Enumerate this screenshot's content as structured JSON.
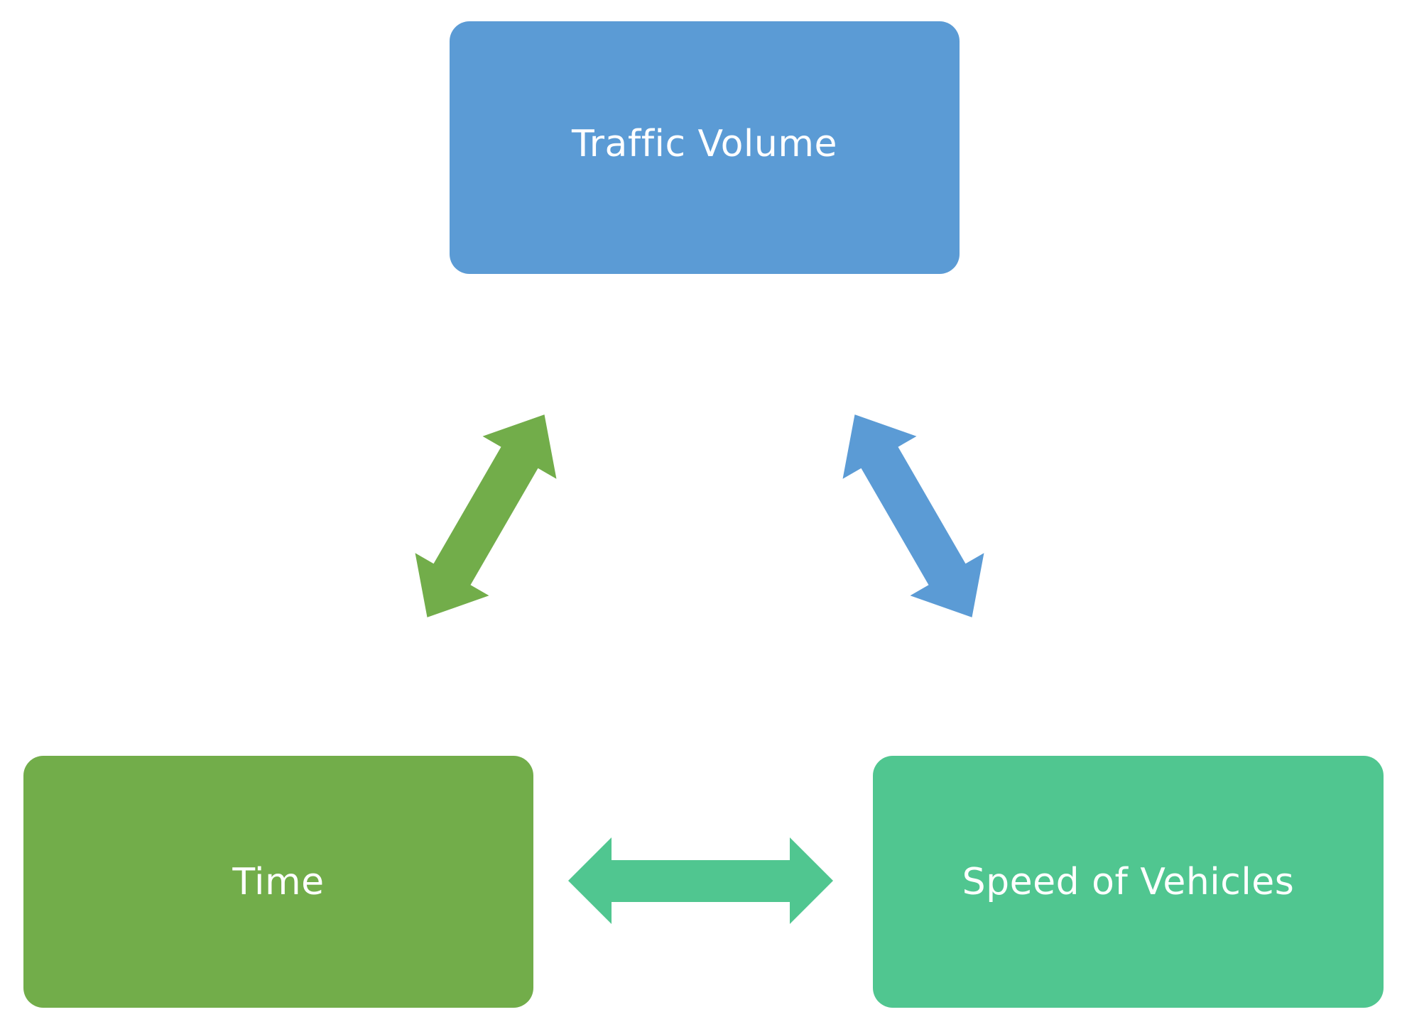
{
  "nodes": {
    "traffic_volume": {
      "label": "Traffic Volume",
      "color": "#5B9BD5"
    },
    "time": {
      "label": "Time",
      "color": "#72AD4A"
    },
    "speed_of_vehicles": {
      "label": "Speed of Vehicles",
      "color": "#50C690"
    }
  },
  "edges": [
    {
      "from": "time",
      "to": "traffic_volume",
      "type": "bidirectional",
      "color": "#72AD4A"
    },
    {
      "from": "traffic_volume",
      "to": "speed_of_vehicles",
      "type": "bidirectional",
      "color": "#5B9BD5"
    },
    {
      "from": "time",
      "to": "speed_of_vehicles",
      "type": "bidirectional",
      "color": "#50C690"
    }
  ]
}
